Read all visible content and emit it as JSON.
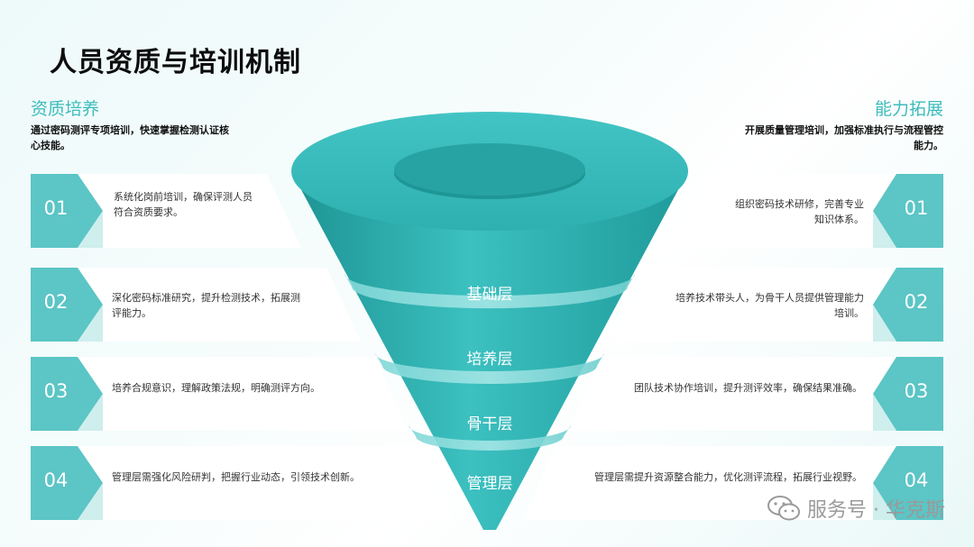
{
  "title": "人员资质与培训机制",
  "left": {
    "heading": "资质培养",
    "description": "通过密码测评专项培训，快速掌握检测认证核心技能。",
    "items": [
      {
        "num": "01",
        "text": "系统化岗前培训，确保评测人员符合资质要求。"
      },
      {
        "num": "02",
        "text": "深化密码标准研究，提升检测技术，拓展测评能力。"
      },
      {
        "num": "03",
        "text": "培养合规意识，理解政策法规，明确测评方向。"
      },
      {
        "num": "04",
        "text": "管理层需强化风险研判，把握行业动态，引领技术创新。"
      }
    ]
  },
  "right": {
    "heading": "能力拓展",
    "description": "开展质量管理培训，加强标准执行与流程管控能力。",
    "items": [
      {
        "num": "01",
        "text": "组织密码技术研修，完善专业知识体系。"
      },
      {
        "num": "02",
        "text": "培养技术带头人，为骨干人员提供管理能力培训。"
      },
      {
        "num": "03",
        "text": "团队技术协作培训，提升测评效率，确保结果准确。"
      },
      {
        "num": "04",
        "text": "管理层需提升资源整合能力，优化测评流程，拓展行业视野。"
      }
    ]
  },
  "funnel": {
    "layers": [
      "基础层",
      "培养层",
      "骨干层",
      "管理层"
    ]
  },
  "watermark": {
    "text": "服务号 · 华克斯",
    "icon": "wechat-icon"
  },
  "colors": {
    "accent": "#3dbcbc",
    "funnel": "#2aa5a5",
    "number_bg": "#5cc5c5"
  }
}
